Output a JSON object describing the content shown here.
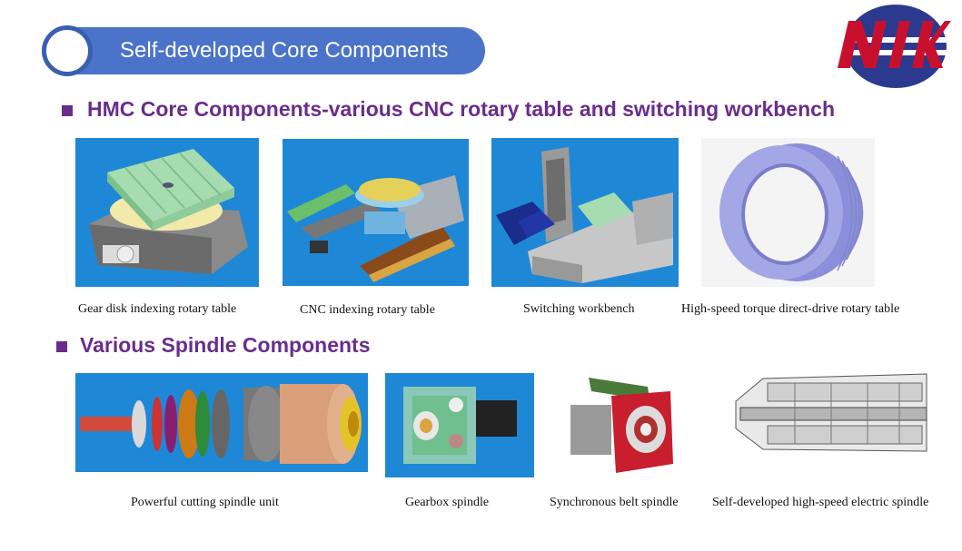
{
  "banner": {
    "title": "Self-developed Core Components"
  },
  "logo": {
    "icon": "company-logo-icon",
    "text": "NIK"
  },
  "section1": {
    "title": "HMC Core Components-various CNC rotary table and switching workbench",
    "items": [
      {
        "caption": "Gear disk indexing rotary table"
      },
      {
        "caption": "CNC indexing rotary table"
      },
      {
        "caption": "Switching workbench"
      },
      {
        "caption": "High-speed torque direct-drive rotary table"
      }
    ]
  },
  "section2": {
    "title": "Various Spindle Components",
    "items": [
      {
        "caption": "Powerful cutting spindle unit"
      },
      {
        "caption": "Gearbox spindle"
      },
      {
        "caption": "Synchronous belt spindle"
      },
      {
        "caption": "Self-developed high-speed electric spindle"
      }
    ]
  },
  "colors": {
    "accent": "#4a73c9",
    "heading": "#6a2d8c",
    "panel_bg": "#1e88d6",
    "logo_red": "#c8102e",
    "logo_blue": "#2b3a8f"
  }
}
